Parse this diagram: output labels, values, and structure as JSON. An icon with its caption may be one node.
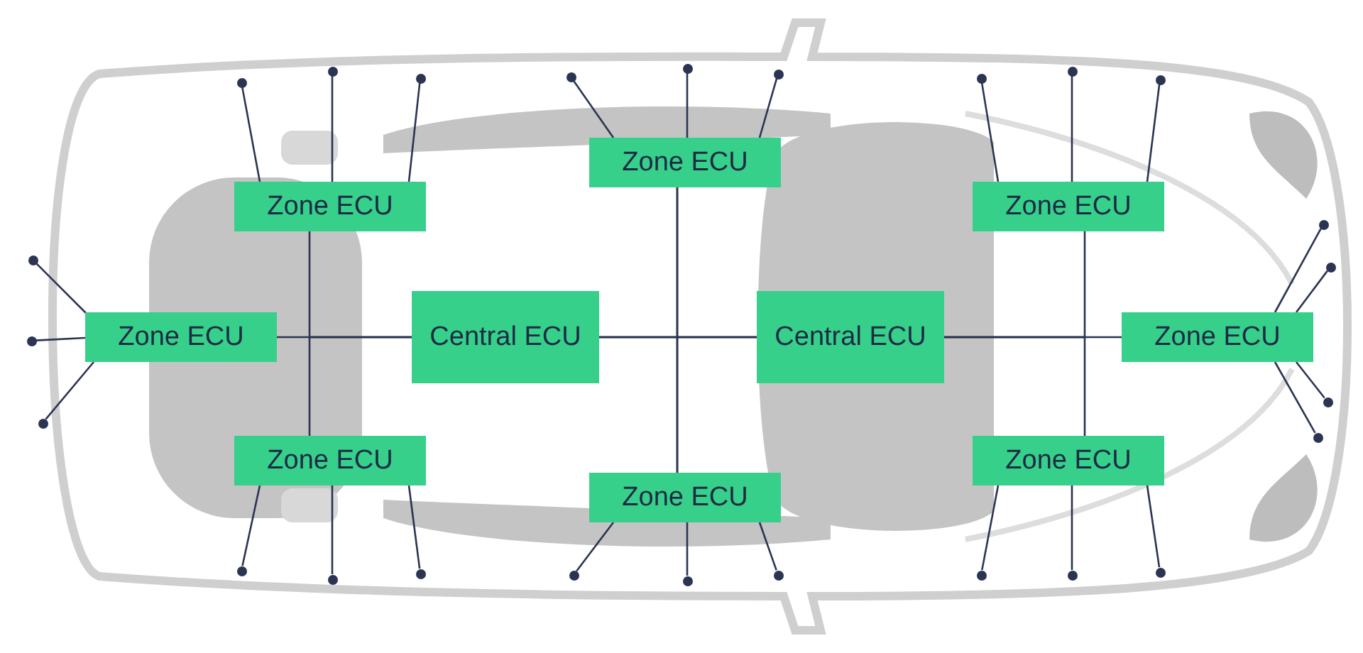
{
  "diagram": {
    "nodes": [
      {
        "text": [
          "Zone ECU"
        ]
      },
      {
        "text": [
          "Zone ECU"
        ]
      },
      {
        "text": [
          "Zone ECU"
        ]
      },
      {
        "text": [
          "Zone ECU"
        ]
      },
      {
        "text": [
          "Central ECU"
        ]
      },
      {
        "text": [
          "Central ECU"
        ]
      },
      {
        "text": [
          "Zone ECU"
        ]
      },
      {
        "text": [
          "Zone ECU"
        ]
      },
      {
        "text": [
          "Zone ECU"
        ]
      },
      {
        "text": [
          "Zone ECU"
        ]
      },
      {
        "text": [],
        "shape": "circle"
      },
      {
        "text": [],
        "shape": "circle"
      },
      {
        "text": [],
        "shape": "circle"
      },
      {
        "text": [],
        "shape": "circle"
      },
      {
        "text": [],
        "shape": "circle"
      },
      {
        "text": [],
        "shape": "circle"
      },
      {
        "text": [],
        "shape": "circle"
      },
      {
        "text": [],
        "shape": "circle"
      },
      {
        "text": [],
        "shape": "circle"
      },
      {
        "text": [],
        "shape": "circle"
      },
      {
        "text": [],
        "shape": "circle"
      },
      {
        "text": [],
        "shape": "circle"
      },
      {
        "text": [],
        "shape": "circle"
      },
      {
        "text": [],
        "shape": "circle"
      },
      {
        "text": [],
        "shape": "circle"
      },
      {
        "text": [],
        "shape": "circle"
      },
      {
        "text": [],
        "shape": "circle"
      },
      {
        "text": [],
        "shape": "circle"
      },
      {
        "text": [],
        "shape": "circle"
      },
      {
        "text": [],
        "shape": "circle"
      },
      {
        "text": [],
        "shape": "circle"
      },
      {
        "text": [],
        "shape": "circle"
      },
      {
        "text": [],
        "shape": "circle"
      },
      {
        "text": [],
        "shape": "circle"
      },
      {
        "text": [],
        "shape": "circle"
      }
    ],
    "edges": [
      {
        "from": 3,
        "to": 4,
        "arrow": "none"
      },
      {
        "from": 0,
        "to": 4,
        "arrow": "none"
      },
      {
        "from": 7,
        "to": 4,
        "arrow": "none"
      },
      {
        "from": 4,
        "to": 5,
        "arrow": "none"
      },
      {
        "from": 1,
        "to": 4,
        "arrow": "none"
      },
      {
        "from": 1,
        "to": 5,
        "arrow": "none"
      },
      {
        "from": 8,
        "to": 4,
        "arrow": "none"
      },
      {
        "from": 8,
        "to": 5,
        "arrow": "none"
      },
      {
        "from": 5,
        "to": 6,
        "arrow": "none"
      },
      {
        "from": 2,
        "to": 5,
        "arrow": "none"
      },
      {
        "from": 9,
        "to": 5,
        "arrow": "none"
      },
      {
        "from": 0,
        "to": 10,
        "arrow": "none"
      },
      {
        "from": 0,
        "to": 11,
        "arrow": "none"
      },
      {
        "from": 0,
        "to": 12,
        "arrow": "none"
      },
      {
        "from": 1,
        "to": 13,
        "arrow": "none"
      },
      {
        "from": 1,
        "to": 14,
        "arrow": "none"
      },
      {
        "from": 1,
        "to": 15,
        "arrow": "none"
      },
      {
        "from": 2,
        "to": 16,
        "arrow": "none"
      },
      {
        "from": 2,
        "to": 17,
        "arrow": "none"
      },
      {
        "from": 2,
        "to": 18,
        "arrow": "none"
      },
      {
        "from": 3,
        "to": 19,
        "arrow": "none"
      },
      {
        "from": 3,
        "to": 20,
        "arrow": "none"
      },
      {
        "from": 3,
        "to": 21,
        "arrow": "none"
      },
      {
        "from": 6,
        "to": 22,
        "arrow": "none"
      },
      {
        "from": 6,
        "to": 23,
        "arrow": "none"
      },
      {
        "from": 6,
        "to": 24,
        "arrow": "none"
      },
      {
        "from": 6,
        "to": 25,
        "arrow": "none"
      },
      {
        "from": 7,
        "to": 26,
        "arrow": "none"
      },
      {
        "from": 7,
        "to": 27,
        "arrow": "none"
      },
      {
        "from": 7,
        "to": 28,
        "arrow": "none"
      },
      {
        "from": 8,
        "to": 29,
        "arrow": "none"
      },
      {
        "from": 8,
        "to": 30,
        "arrow": "none"
      },
      {
        "from": 8,
        "to": 31,
        "arrow": "none"
      },
      {
        "from": 9,
        "to": 32,
        "arrow": "none"
      },
      {
        "from": 9,
        "to": 33,
        "arrow": "none"
      },
      {
        "from": 9,
        "to": 34,
        "arrow": "none"
      }
    ]
  }
}
